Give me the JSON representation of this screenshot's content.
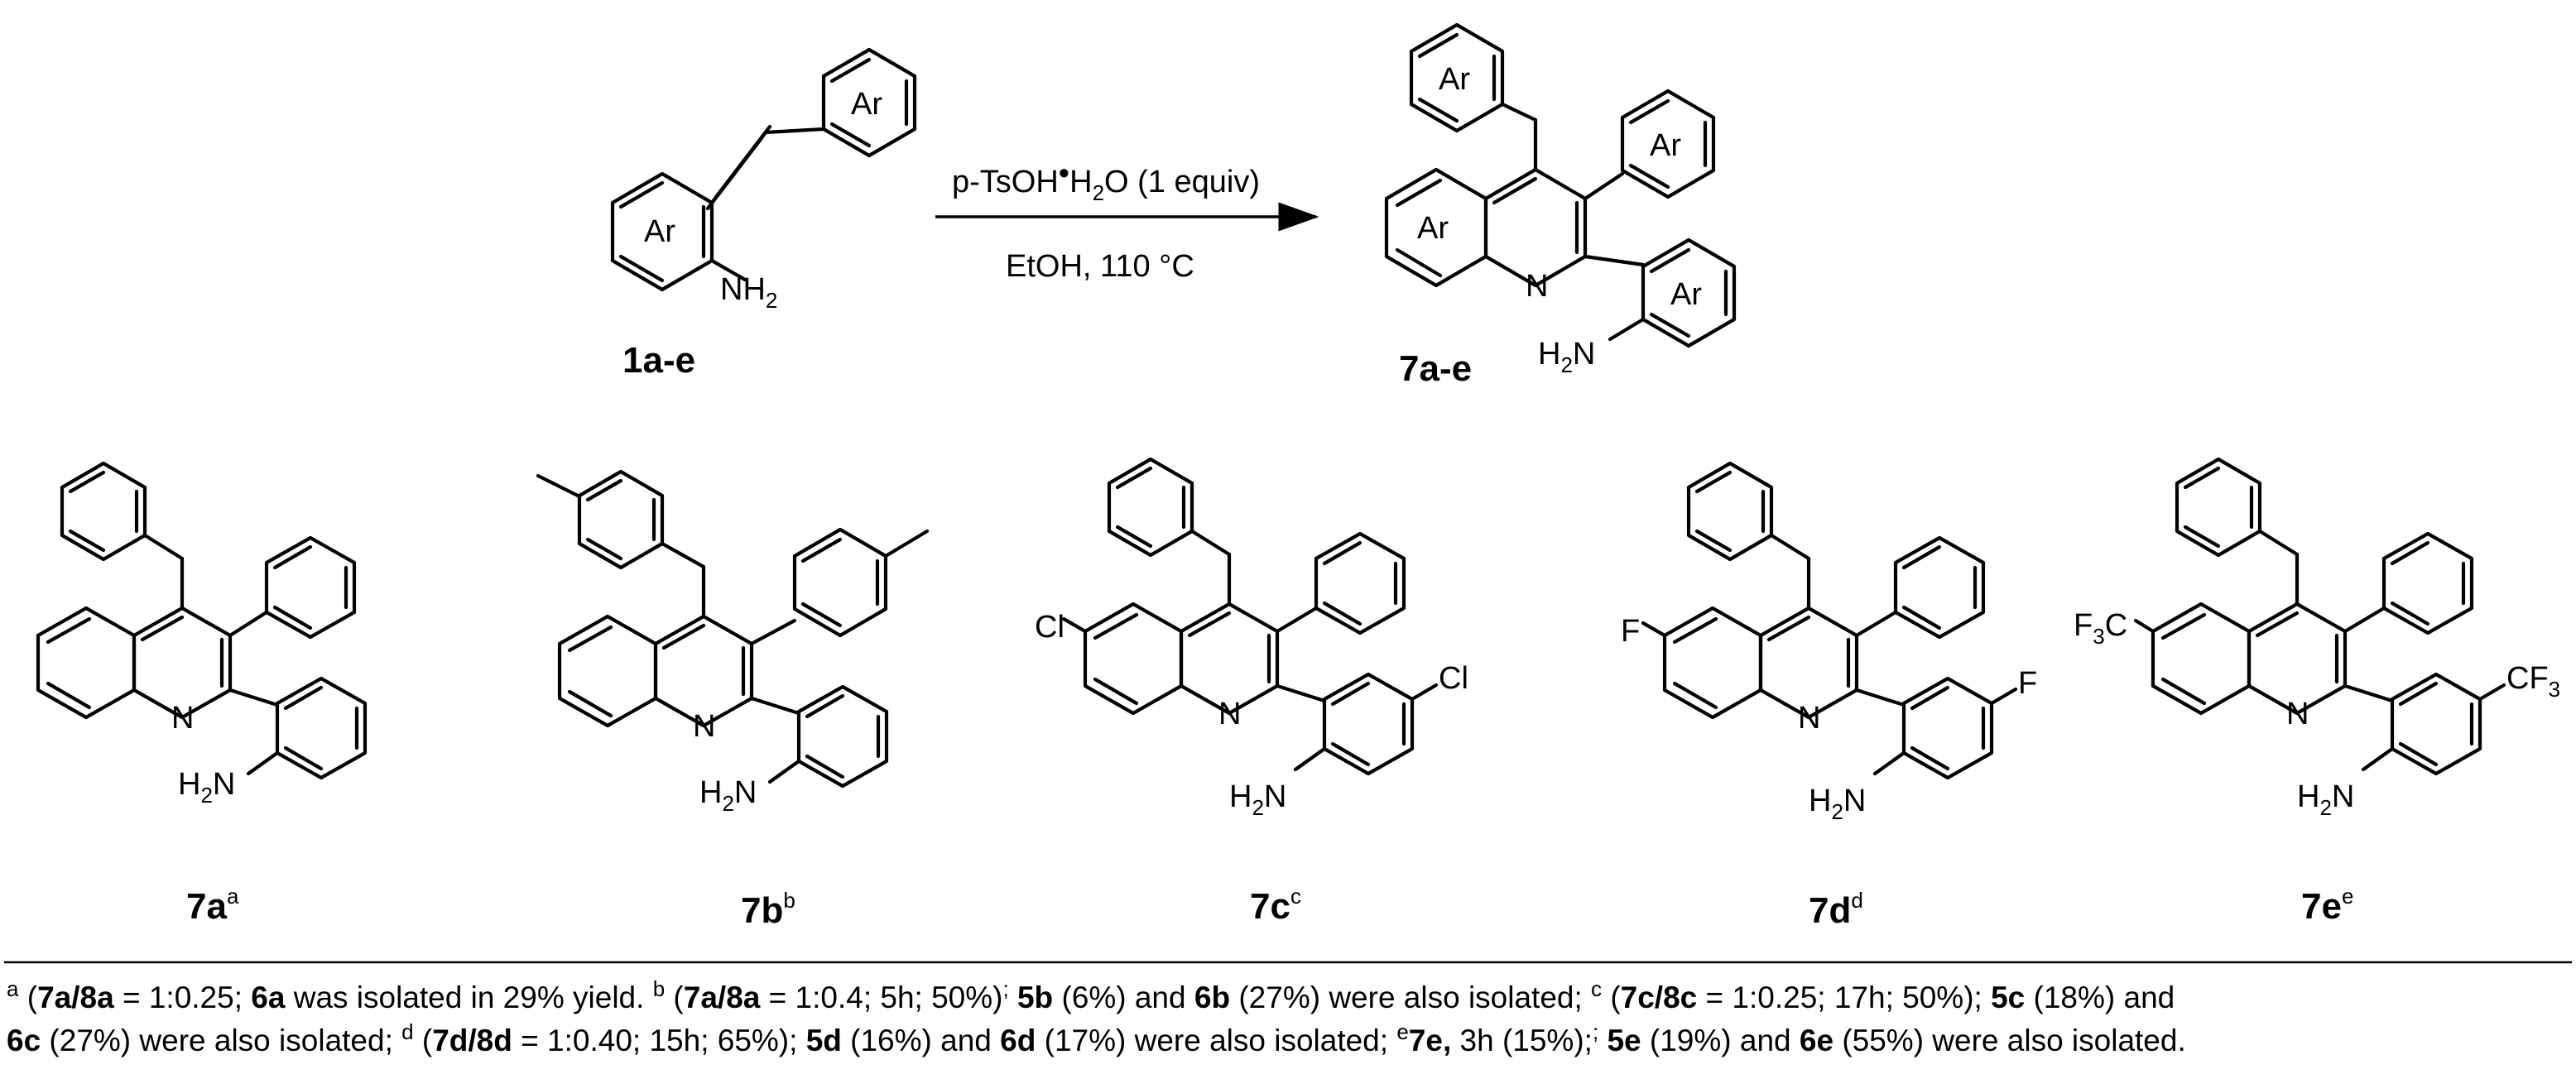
{
  "reaction": {
    "reactant": {
      "id": "1a-e",
      "ar_label": "Ar",
      "amine": "NH",
      "amine_sub": "2"
    },
    "reagent": {
      "text": "p-TsOH",
      "dot": "•",
      "water": "H",
      "water_sub": "2",
      "water_rest": "O (1 equiv)"
    },
    "conditions": "EtOH, 110 °C",
    "product": {
      "id": "7a-e",
      "ar_label": "Ar",
      "n": "N",
      "amine_h": "H",
      "amine_sub": "2",
      "amine_n": "N"
    }
  },
  "compounds": [
    {
      "id": "7a",
      "sup": "a"
    },
    {
      "id": "7b",
      "sup": "b"
    },
    {
      "id": "7c",
      "sup": "c",
      "subst": "Cl"
    },
    {
      "id": "7d",
      "sup": "d",
      "subst": "F"
    },
    {
      "id": "7e",
      "sup": "e",
      "subst": "CF",
      "subst_sub": "3",
      "subst_left": "F",
      "subst_left_sub": "3",
      "subst_left_rest": "C"
    }
  ],
  "footnotes": {
    "line1": {
      "a_sup": "a",
      "a_open": " (",
      "a_cmp": "7a/8a",
      "a_ratio": " = 1:0.25; ",
      "a_6": "6a",
      "a_text": " was isolated in 29% yield.  ",
      "b_sup": "b",
      "b_open": " (",
      "b_cmp": "7a/8a",
      "b_ratio": " = 1:0.4; 5h; 50%)",
      "b_semi": ";",
      "b_5": " 5b",
      "b_t1": " (6%) and ",
      "b_6": "6b",
      "b_t2": " (27%) were also isolated; ",
      "c_sup": "c",
      "c_open": " (",
      "c_cmp": "7c/8c",
      "c_ratio": " = 1:0.25; 17h; 50%); ",
      "c_5": "5c",
      "c_t1": " (18%) and"
    },
    "line2": {
      "c_6": "6c",
      "c_t2": " (27%) were also isolated; ",
      "d_sup": "d",
      "d_open": " (",
      "d_cmp": "7d/8d",
      "d_ratio": " = 1:0.40; 15h; 65%); ",
      "d_5": "5d",
      "d_t1": " (16%)  and ",
      "d_6": "6d",
      "d_t2": " (17%) were also isolated; ",
      "e_sup": "e",
      "e_cmp": "7e,",
      "e_t0": " 3h (15%);",
      "e_semi": ";",
      "e_5": " 5e",
      "e_t1": " (19%) and ",
      "e_6": "6e",
      "e_t2": " (55%) were also isolated."
    }
  }
}
